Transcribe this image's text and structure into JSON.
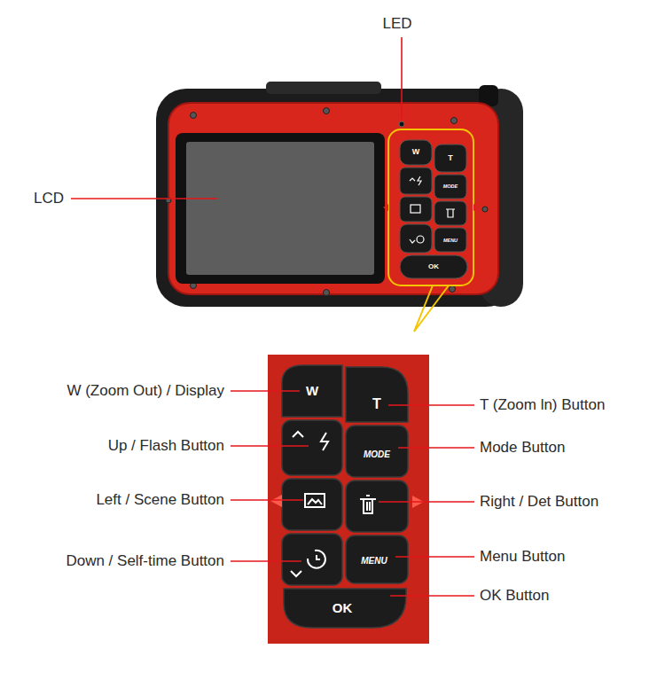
{
  "diagram": {
    "labels": [
      "LED",
      "W",
      "T",
      "MODE",
      "MENU",
      "OK",
      "LCD",
      "W (Zoom Out) / Display",
      "W",
      "T",
      "T (Zoom ln) Button",
      "Up / Flash Button",
      "MODE",
      "Mode Button",
      "Left / Scene Button",
      "Right / Det Button",
      "Down / Self-time Button",
      "MENU",
      "Menu Button",
      "OK",
      "OK Button"
    ]
  }
}
